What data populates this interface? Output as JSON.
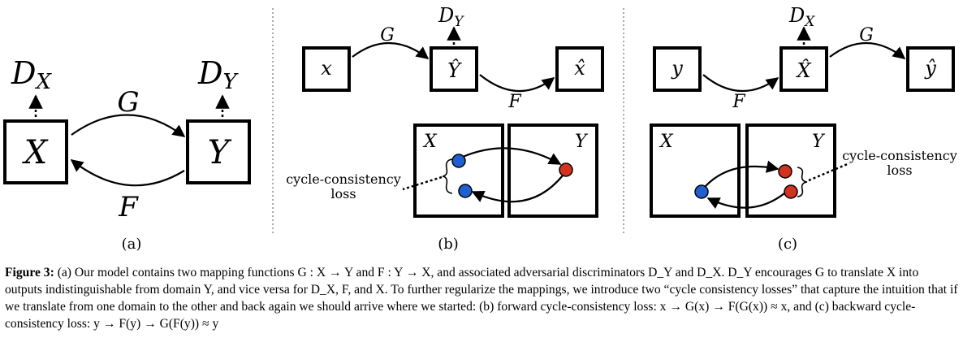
{
  "panel_a": {
    "node_x": "X",
    "node_y": "Y",
    "disc_x": "D",
    "disc_x_sub": "X",
    "disc_y": "D",
    "disc_y_sub": "Y",
    "map_g": "G",
    "map_f": "F",
    "label": "(a)"
  },
  "panel_b": {
    "node_x": "x",
    "node_yhat": "Ŷ",
    "node_xhat": "x̂",
    "disc": "D",
    "disc_sub": "Y",
    "map_g": "G",
    "map_f": "F",
    "domain_x": "X",
    "domain_y": "Y",
    "loss_line1": "cycle-consistency",
    "loss_line2": "loss",
    "label": "(b)"
  },
  "panel_c": {
    "node_y": "y",
    "node_xhat": "X̂",
    "node_yhat": "ŷ",
    "disc": "D",
    "disc_sub": "X",
    "map_f": "F",
    "map_g": "G",
    "domain_x": "X",
    "domain_y": "Y",
    "loss_line1": "cycle-consistency",
    "loss_line2": "loss",
    "label": "(c)"
  },
  "colors": {
    "blue_point": "#1f5fd1",
    "red_point": "#d2321e"
  },
  "caption": {
    "label": "Figure 3:",
    "text": "(a) Our model contains two mapping functions G : X → Y and F : Y → X, and associated adversarial discriminators D_Y and D_X. D_Y encourages G to translate X into outputs indistinguishable from domain Y, and vice versa for D_X, F, and X. To further regularize the mappings, we introduce two “cycle consistency losses” that capture the intuition that if we translate from one domain to the other and back again we should arrive where we started: (b) forward cycle-consistency loss: x → G(x) → F(G(x)) ≈ x, and (c) backward cycle-consistency loss: y → F(y) → G(F(y)) ≈ y"
  }
}
